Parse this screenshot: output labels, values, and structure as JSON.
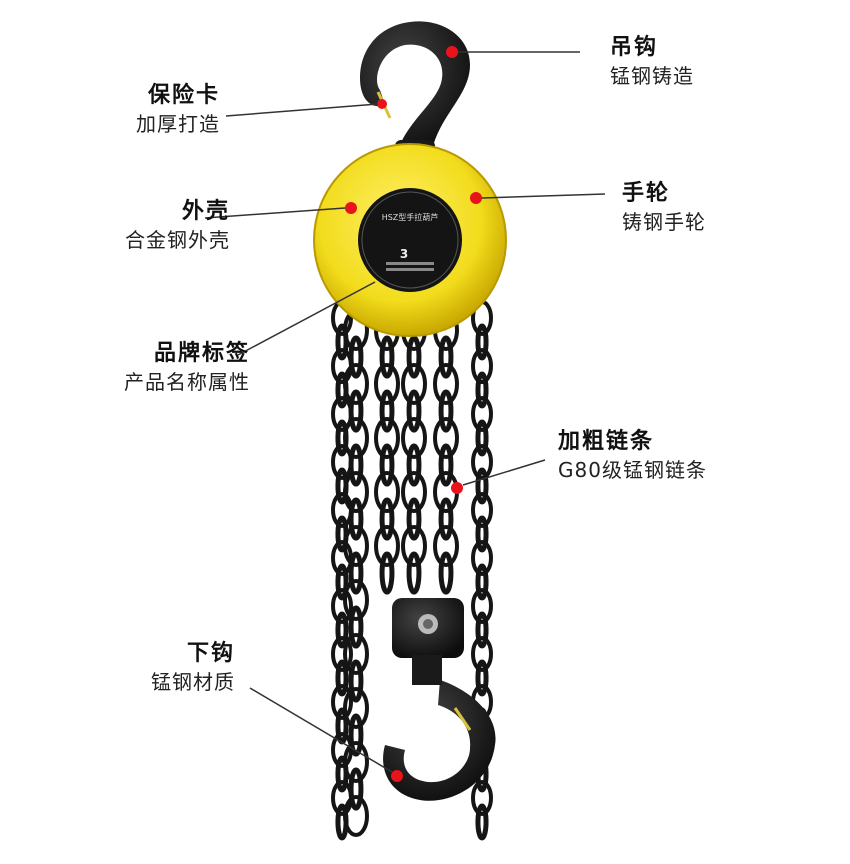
{
  "annotations": {
    "hook": {
      "title": "吊钩",
      "sub": "锰钢铸造"
    },
    "safety_latch": {
      "title": "保险卡",
      "sub": "加厚打造"
    },
    "housing": {
      "title": "外壳",
      "sub": "合金钢外壳"
    },
    "hand_wheel": {
      "title": "手轮",
      "sub": "铸钢手轮"
    },
    "brand_label": {
      "title": "品牌标签",
      "sub": "产品名称属性"
    },
    "chain": {
      "title": "加粗链条",
      "sub": "G80级锰钢链条"
    },
    "lower_hook": {
      "title": "下钩",
      "sub": "锰钢材质"
    }
  },
  "nameplate": {
    "model": "HSZ型手拉葫芦",
    "capacity": "3"
  },
  "colors": {
    "housing_yellow": "#f2dc1c",
    "metal_black": "#1a1a1a",
    "marker_red": "#e8131b"
  }
}
